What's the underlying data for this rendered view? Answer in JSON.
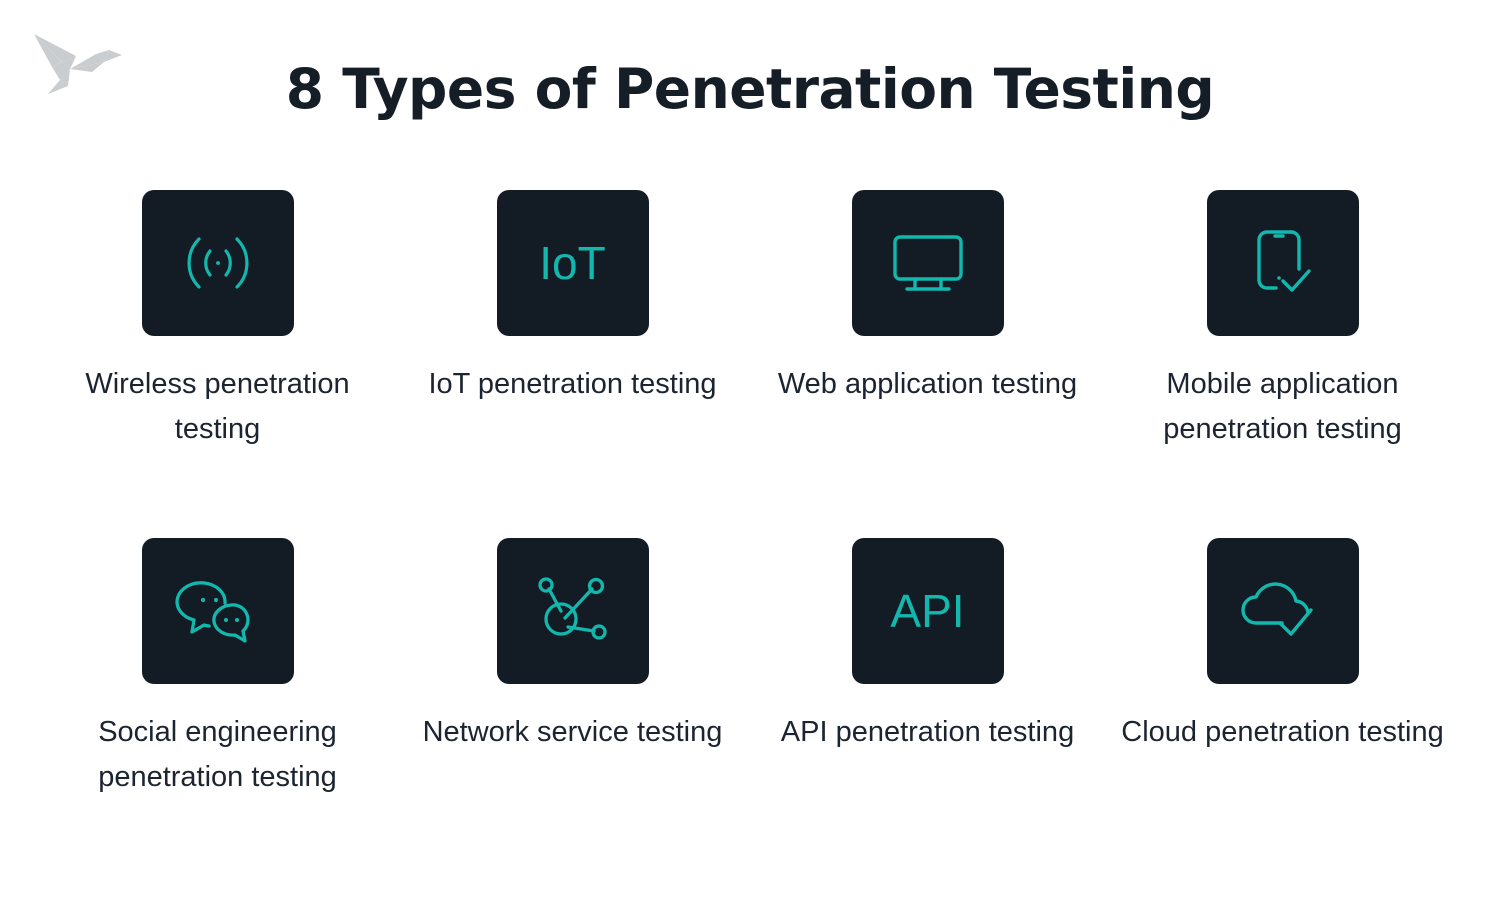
{
  "page": {
    "background_color": "#ffffff",
    "title": "8 Types of Penetration Testing",
    "title_color": "#151e27"
  },
  "logo": {
    "name": "origami-bird-logo",
    "color": "#c9cdd0"
  },
  "theme": {
    "tile_background": "#131c24",
    "icon_accent": "#12b8ae",
    "label_color": "#1b2430"
  },
  "items": [
    {
      "id": "wireless",
      "icon": "wireless-signal-icon",
      "icon_text": "",
      "label": "Wireless penetration testing"
    },
    {
      "id": "iot",
      "icon": "iot-text-icon",
      "icon_text": "IoT",
      "label": "IoT penetration testing"
    },
    {
      "id": "web-application",
      "icon": "monitor-icon",
      "icon_text": "",
      "label": "Web application testing"
    },
    {
      "id": "mobile-application",
      "icon": "mobile-phone-check-icon",
      "icon_text": "",
      "label": "Mobile application penetration testing"
    },
    {
      "id": "social-engineering",
      "icon": "chat-bubbles-icon",
      "icon_text": "",
      "label": "Social engineering penetration testing"
    },
    {
      "id": "network-service",
      "icon": "network-nodes-icon",
      "icon_text": "",
      "label": "Network service testing"
    },
    {
      "id": "api",
      "icon": "api-text-icon",
      "icon_text": "API",
      "label": "API penetration testing"
    },
    {
      "id": "cloud",
      "icon": "cloud-check-icon",
      "icon_text": "",
      "label": "Cloud penetration testing"
    }
  ]
}
